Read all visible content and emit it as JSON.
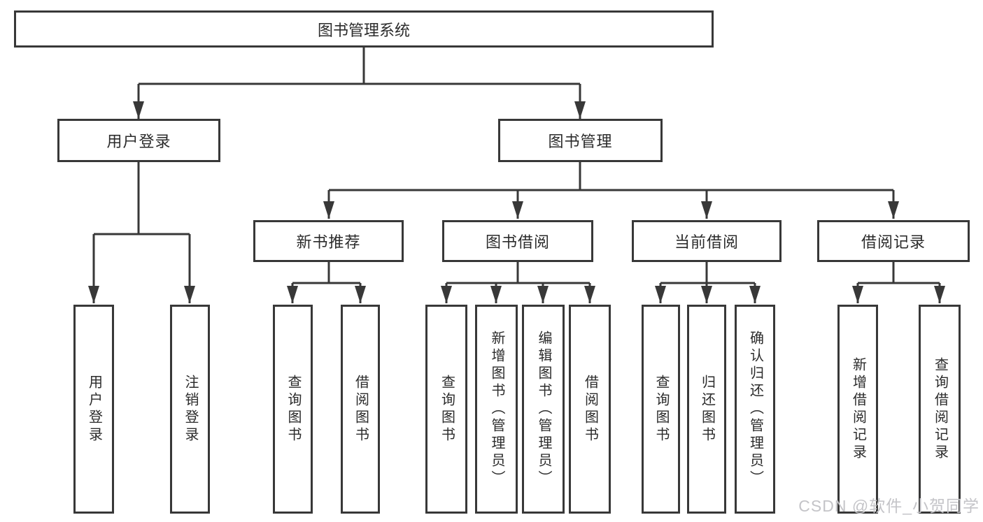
{
  "tree": {
    "root": {
      "label": "图书管理系统",
      "children": [
        {
          "label": "用户登录",
          "children": [
            {
              "label": "用户登录"
            },
            {
              "label": "注销登录"
            }
          ]
        },
        {
          "label": "图书管理",
          "children": [
            {
              "label": "新书推荐",
              "children": [
                {
                  "label": "查询图书"
                },
                {
                  "label": "借阅图书"
                }
              ]
            },
            {
              "label": "图书借阅",
              "children": [
                {
                  "label": "查询图书"
                },
                {
                  "label": "新增图书（管理员）"
                },
                {
                  "label": "编辑图书（管理员）"
                },
                {
                  "label": "借阅图书"
                }
              ]
            },
            {
              "label": "当前借阅",
              "children": [
                {
                  "label": "查询图书"
                },
                {
                  "label": "归还图书"
                },
                {
                  "label": "确认归还（管理员）"
                }
              ]
            },
            {
              "label": "借阅记录",
              "children": [
                {
                  "label": "新增借阅记录"
                },
                {
                  "label": "查询借阅记录"
                }
              ]
            }
          ]
        }
      ]
    }
  },
  "watermark": {
    "text": "CSDN @软件_小贺同学"
  },
  "style": {
    "line_color": "#383838",
    "box_border_color": "#383838",
    "text_color": "#2b2b2b",
    "watermark_color": "#c4c4c8",
    "background_color": "#ffffff"
  }
}
